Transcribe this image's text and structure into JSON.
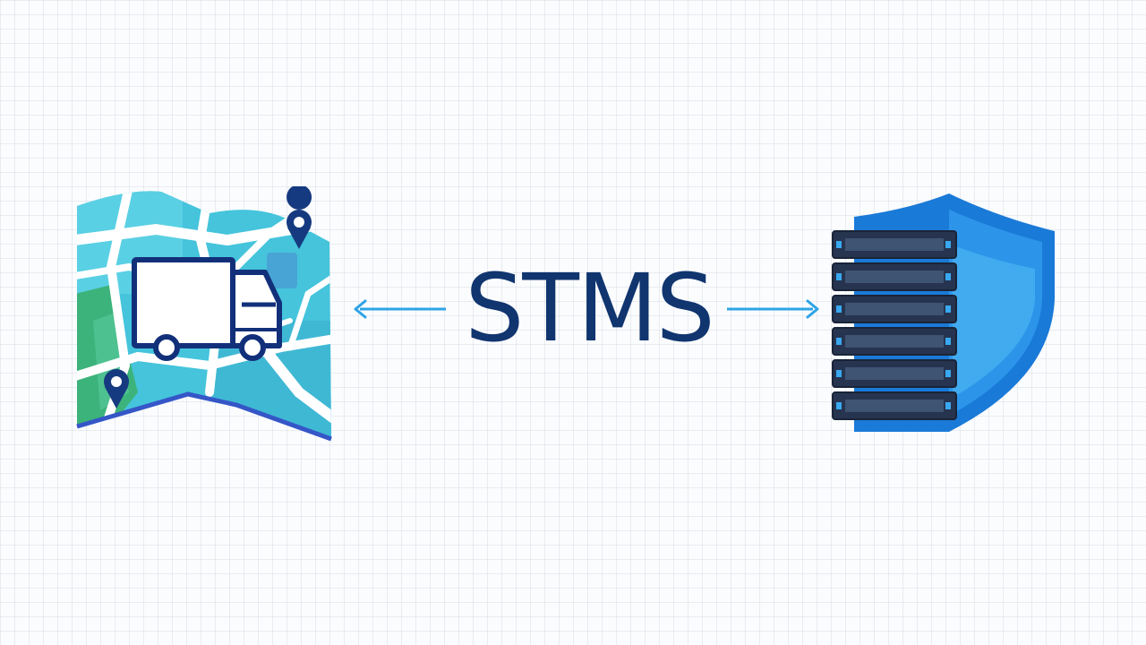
{
  "diagram": {
    "title": "STMS",
    "left_node": {
      "icon": "map-delivery-truck-icon"
    },
    "right_node": {
      "icon": "secure-server-shield-icon"
    },
    "connections": [
      {
        "from": "STMS",
        "to": "left_node",
        "style": "arrow"
      },
      {
        "from": "STMS",
        "to": "right_node",
        "style": "arrow"
      }
    ]
  },
  "colors": {
    "title": "#10356f",
    "arrow": "#2ea3e6",
    "map_water": "#45c4dc",
    "map_park": "#3cb37a",
    "map_border": "#3556c7",
    "truck_outline": "#12307a",
    "shield": "#1a7ad8",
    "server": "#26344f"
  }
}
